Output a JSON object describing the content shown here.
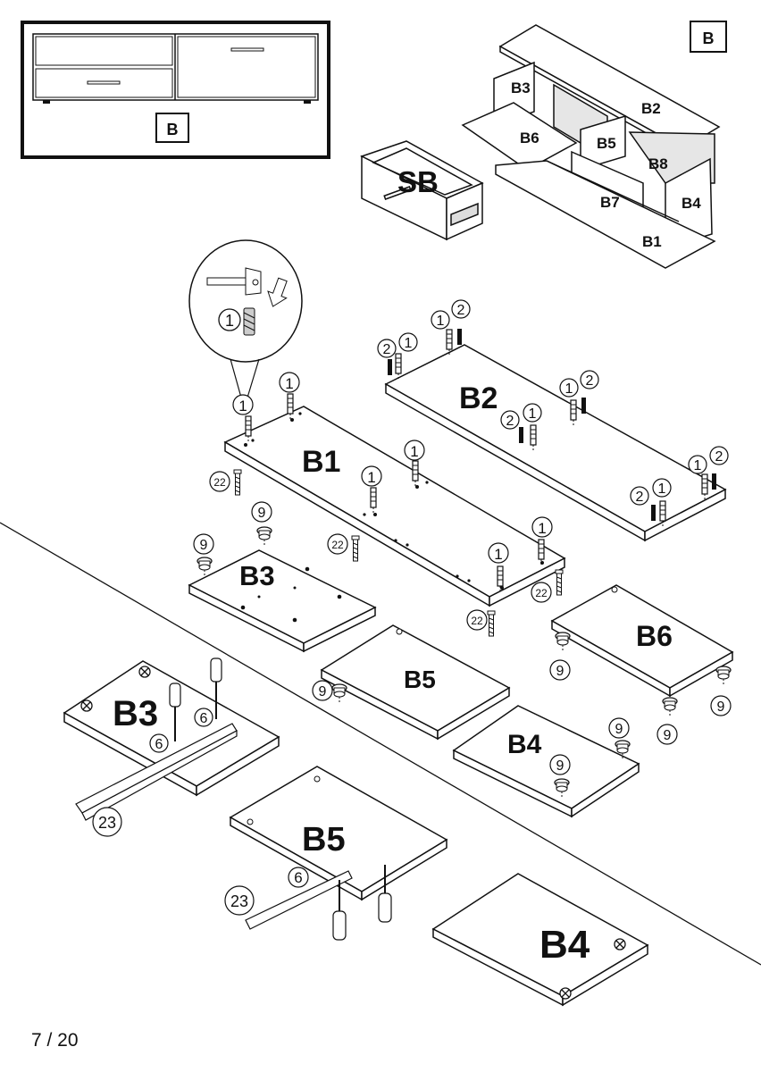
{
  "page_number": "7 / 20",
  "overview": {
    "box_label": "B",
    "corner_label": "B",
    "drawer_label": "SB",
    "part_labels": [
      "B3",
      "B2",
      "B6",
      "B5",
      "B8",
      "B7",
      "B4",
      "B1"
    ]
  },
  "panels": {
    "b1": "B1",
    "b2": "B2",
    "b3_top": "B3",
    "b5_top": "B5",
    "b6": "B6",
    "b4_top": "B4",
    "b3_bottom": "B3",
    "b5_bottom": "B5",
    "b4_bottom": "B4"
  },
  "callouts": {
    "one": "1",
    "two": "2",
    "six": "6",
    "nine": "9",
    "twenty_two": "22",
    "twenty_three": "23"
  }
}
